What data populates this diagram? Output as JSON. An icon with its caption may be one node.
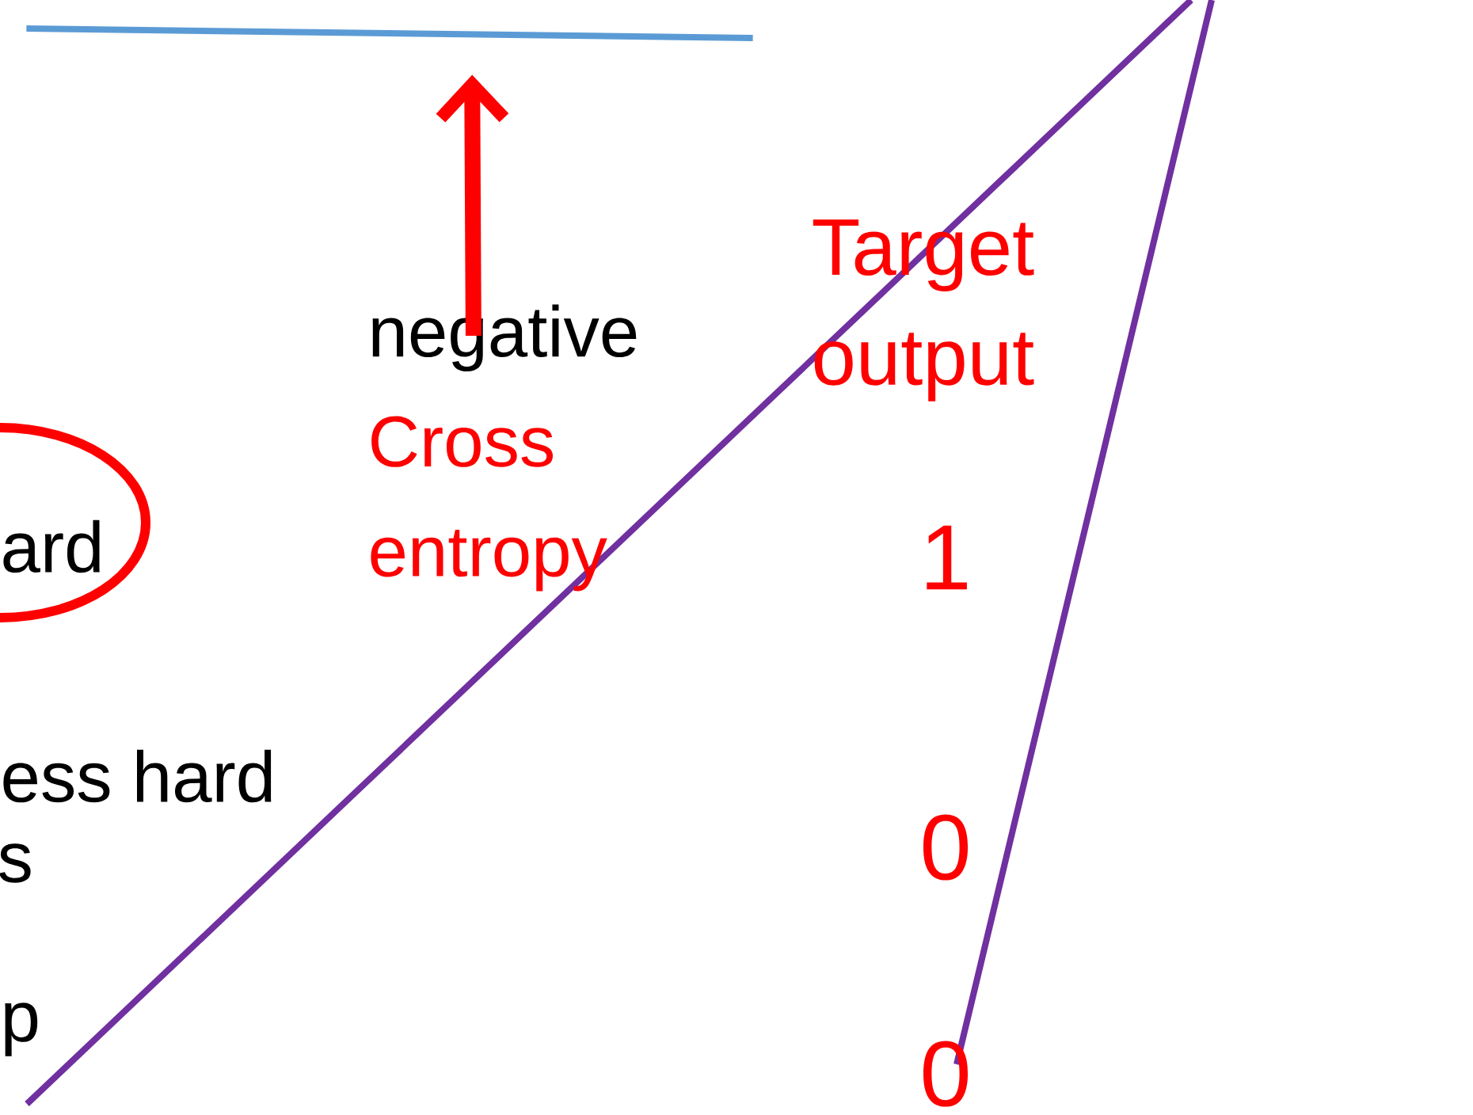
{
  "diagram": {
    "nodes": [
      {
        "text": [
          "ard"
        ]
      },
      {
        "text": [
          "negative",
          "Cross entropy"
        ]
      },
      {
        "text": [],
        "shape": "line"
      }
    ],
    "edges": [
      {
        "from": 1,
        "to": 2,
        "arrow": "to"
      }
    ],
    "labels": [
      "Target output",
      "1",
      "0",
      "0",
      "ess hard",
      "s",
      "p"
    ]
  }
}
